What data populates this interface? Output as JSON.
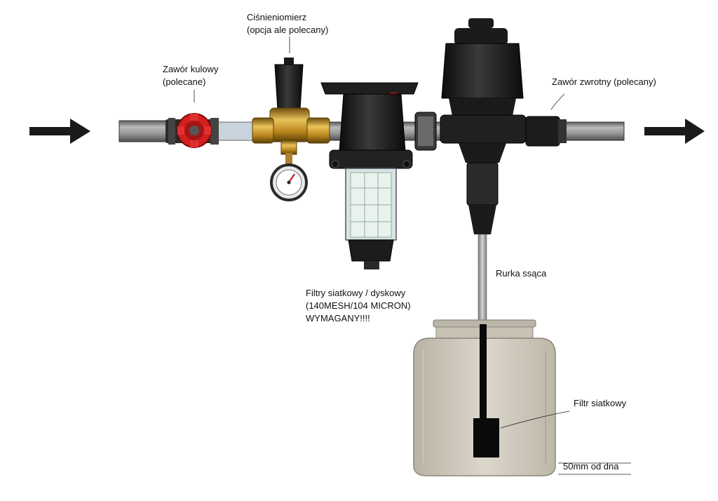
{
  "labels": {
    "ball_valve": {
      "line1": "Zawór kulowy",
      "line2": "(polecane)"
    },
    "pressure_gauge": {
      "line1": "Ciśnieniomierz",
      "line2": "(opcja ale polecany)"
    },
    "check_valve": {
      "line1": "Zawór zwrotny (polecany)"
    },
    "filters": {
      "line1": "Filtry siatkowy / dyskowy",
      "line2": "(140MESH/104 MICRON)",
      "line3": "WYMAGANY!!!!"
    },
    "suction_tube": {
      "line1": "Rurka ssąca"
    },
    "mesh_filter": {
      "line1": "Filtr siatkowy"
    },
    "bottom_distance": {
      "line1": "50mm od dna"
    }
  },
  "colors": {
    "pipe": "#8c8c8c",
    "valve_red": "#d41f1f",
    "brass": "#b8861c",
    "body_black": "#161616",
    "tank": "#d4cfc3",
    "arrow": "#1a1a1a"
  }
}
